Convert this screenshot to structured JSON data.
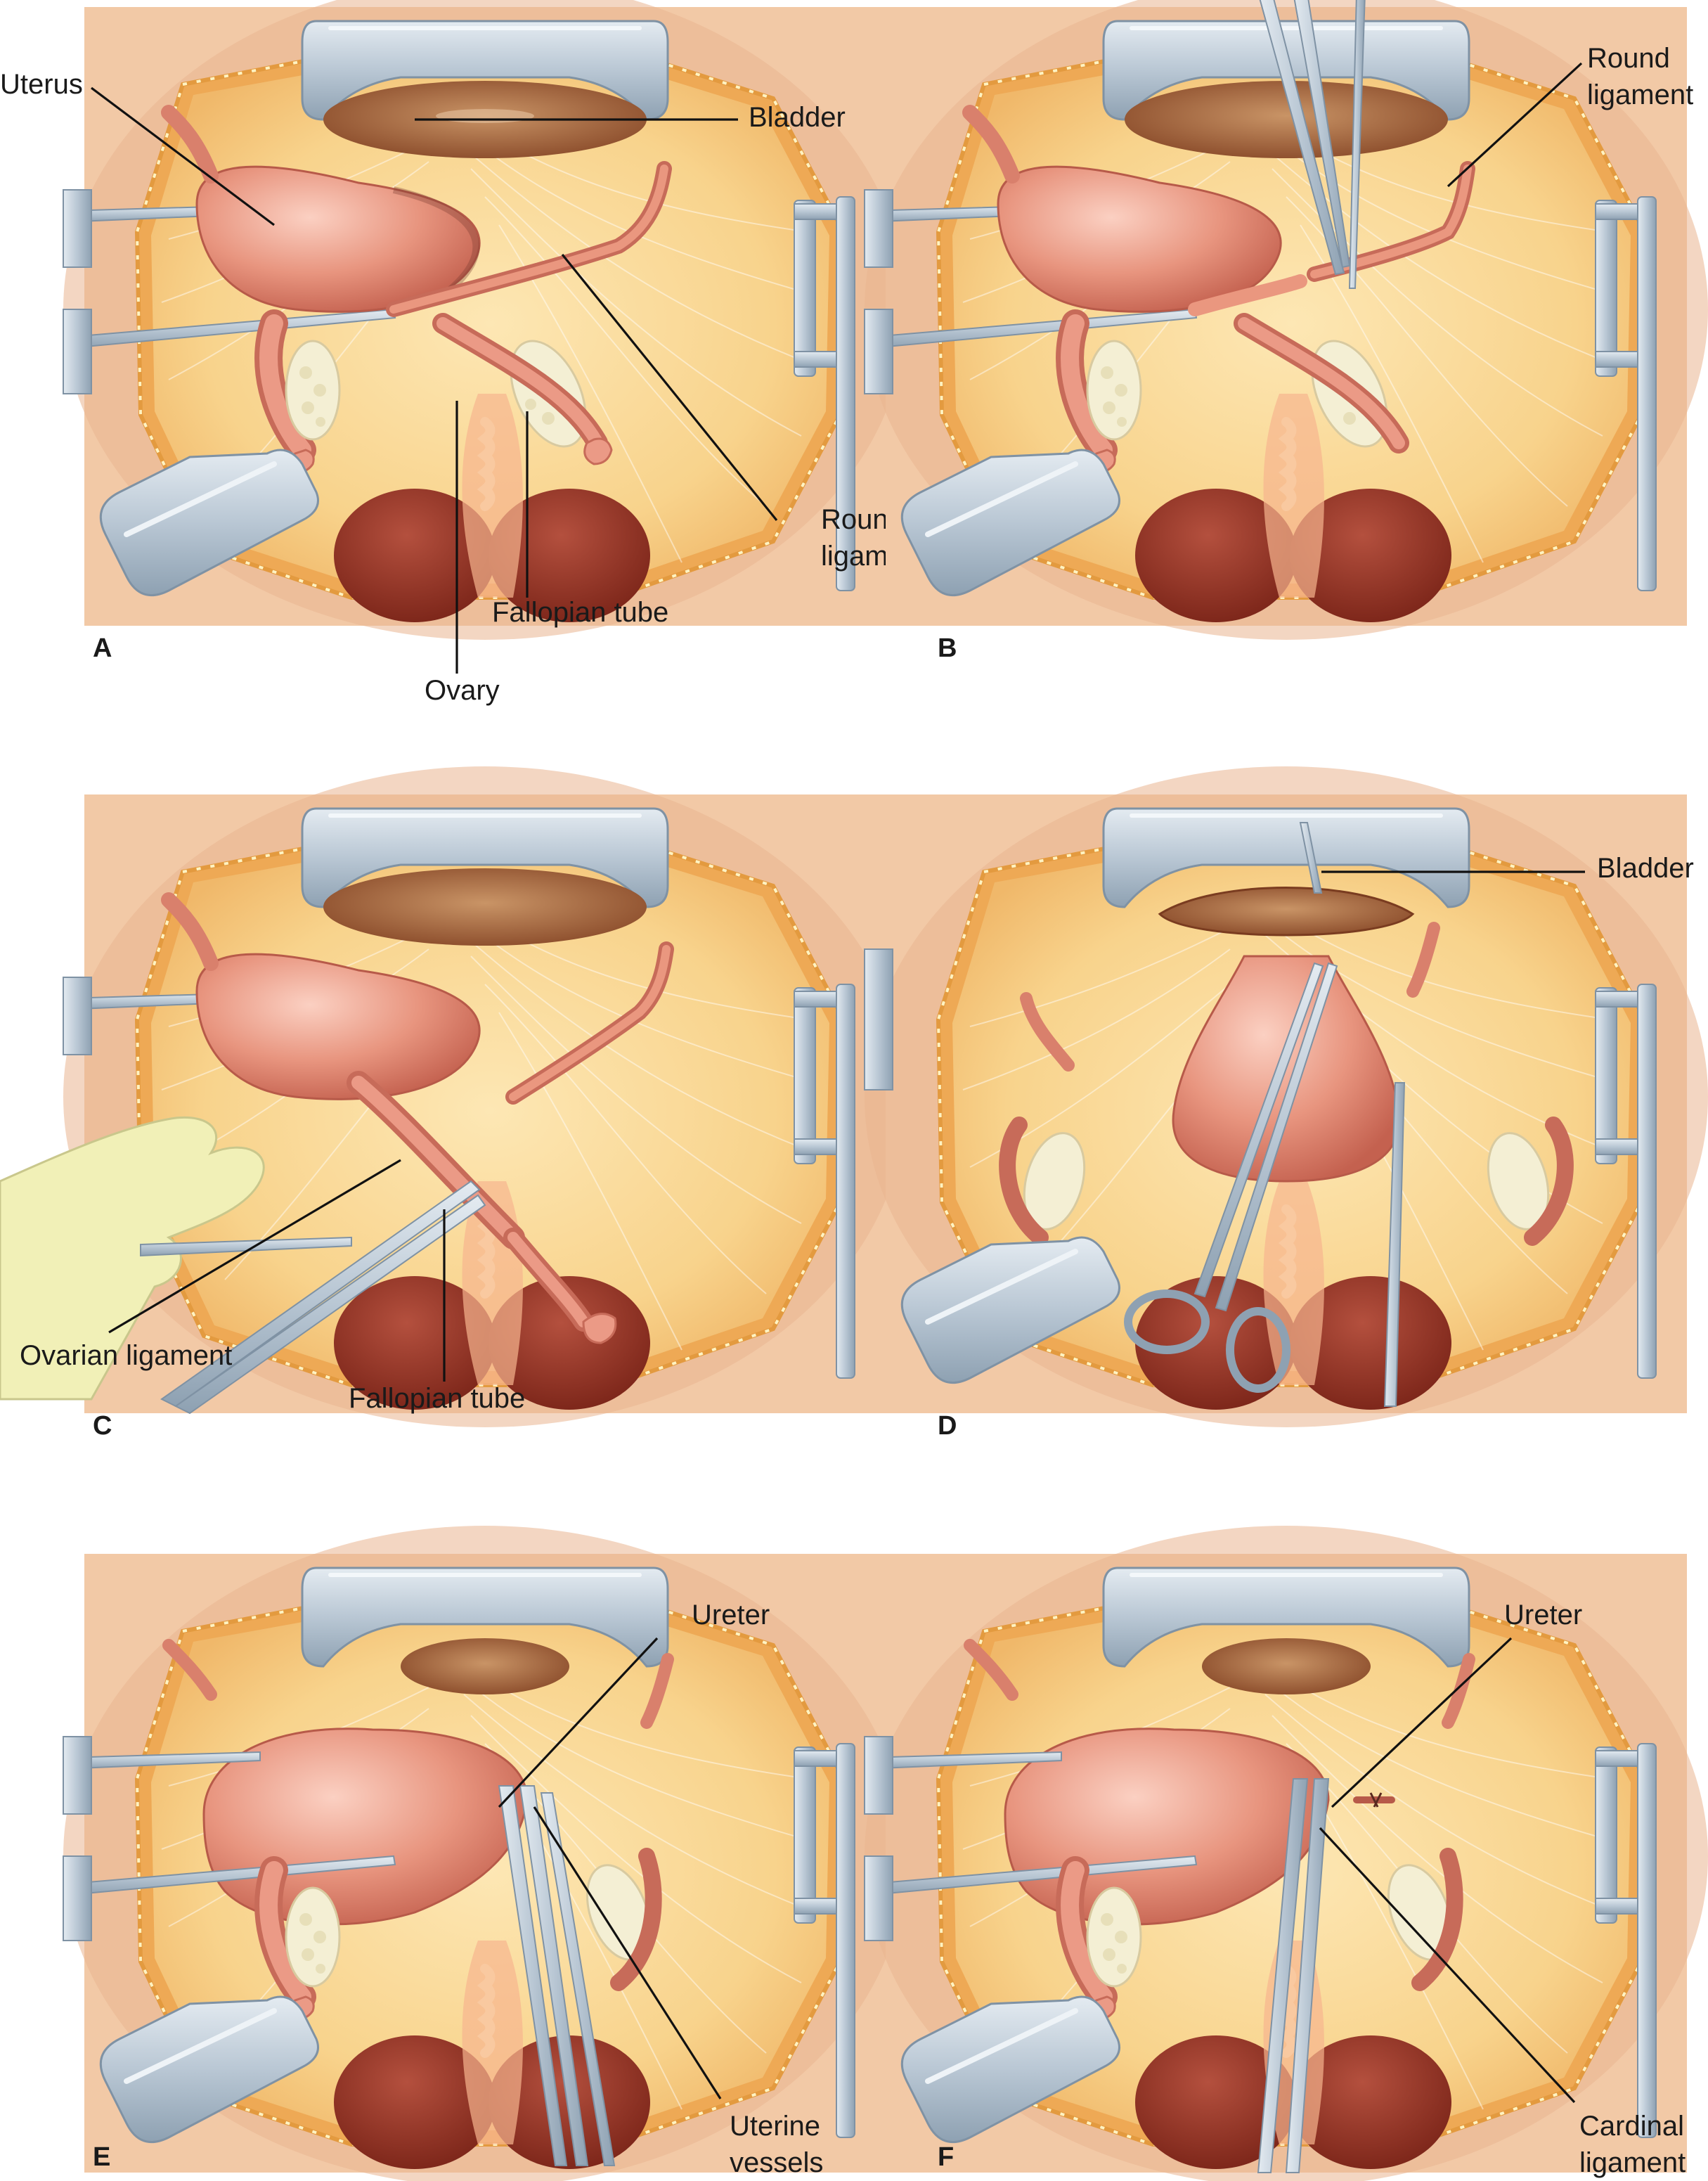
{
  "colors": {
    "background": "#ffffff",
    "skin": "#f1c6a3",
    "skin_dark": "#e3a582",
    "incision_edge": "#e7a64a",
    "fat": "#f7cf82",
    "fascia": "#fbe1a8",
    "retractor": "#b9c7d4",
    "retractor_light": "#dbe4ec",
    "retractor_dark": "#7f92a4",
    "organ": "#e58f7d",
    "organ_light": "#f6b9a6",
    "organ_dark": "#b75a49",
    "bladder": "#9a5a34",
    "bladder_light": "#c99466",
    "rectum": "#8f2f22",
    "ovary": "#f4efd4",
    "glove": "#f1f0b7",
    "label_text": "#1a1a1a"
  },
  "panels": [
    {
      "id": "A",
      "panel_label": "A",
      "labels": {
        "uterus": "Uterus",
        "bladder": "Bladder",
        "round_ligament_line1": "Round",
        "round_ligament_line2": "ligament",
        "fallopian_tube": "Fallopian tube",
        "ovary": "Ovary"
      }
    },
    {
      "id": "B",
      "panel_label": "B",
      "labels": {
        "round_ligament_line1": "Round",
        "round_ligament_line2": "ligament"
      }
    },
    {
      "id": "C",
      "panel_label": "C",
      "labels": {
        "ovarian_ligament": "Ovarian ligament",
        "fallopian_tube": "Fallopian tube"
      }
    },
    {
      "id": "D",
      "panel_label": "D",
      "labels": {
        "bladder": "Bladder"
      }
    },
    {
      "id": "E",
      "panel_label": "E",
      "labels": {
        "ureter": "Ureter",
        "uterine_vessels_line1": "Uterine",
        "uterine_vessels_line2": "vessels"
      }
    },
    {
      "id": "F",
      "panel_label": "F",
      "labels": {
        "ureter": "Ureter",
        "cardinal_ligament_line1": "Cardinal",
        "cardinal_ligament_line2": "ligament"
      }
    }
  ]
}
